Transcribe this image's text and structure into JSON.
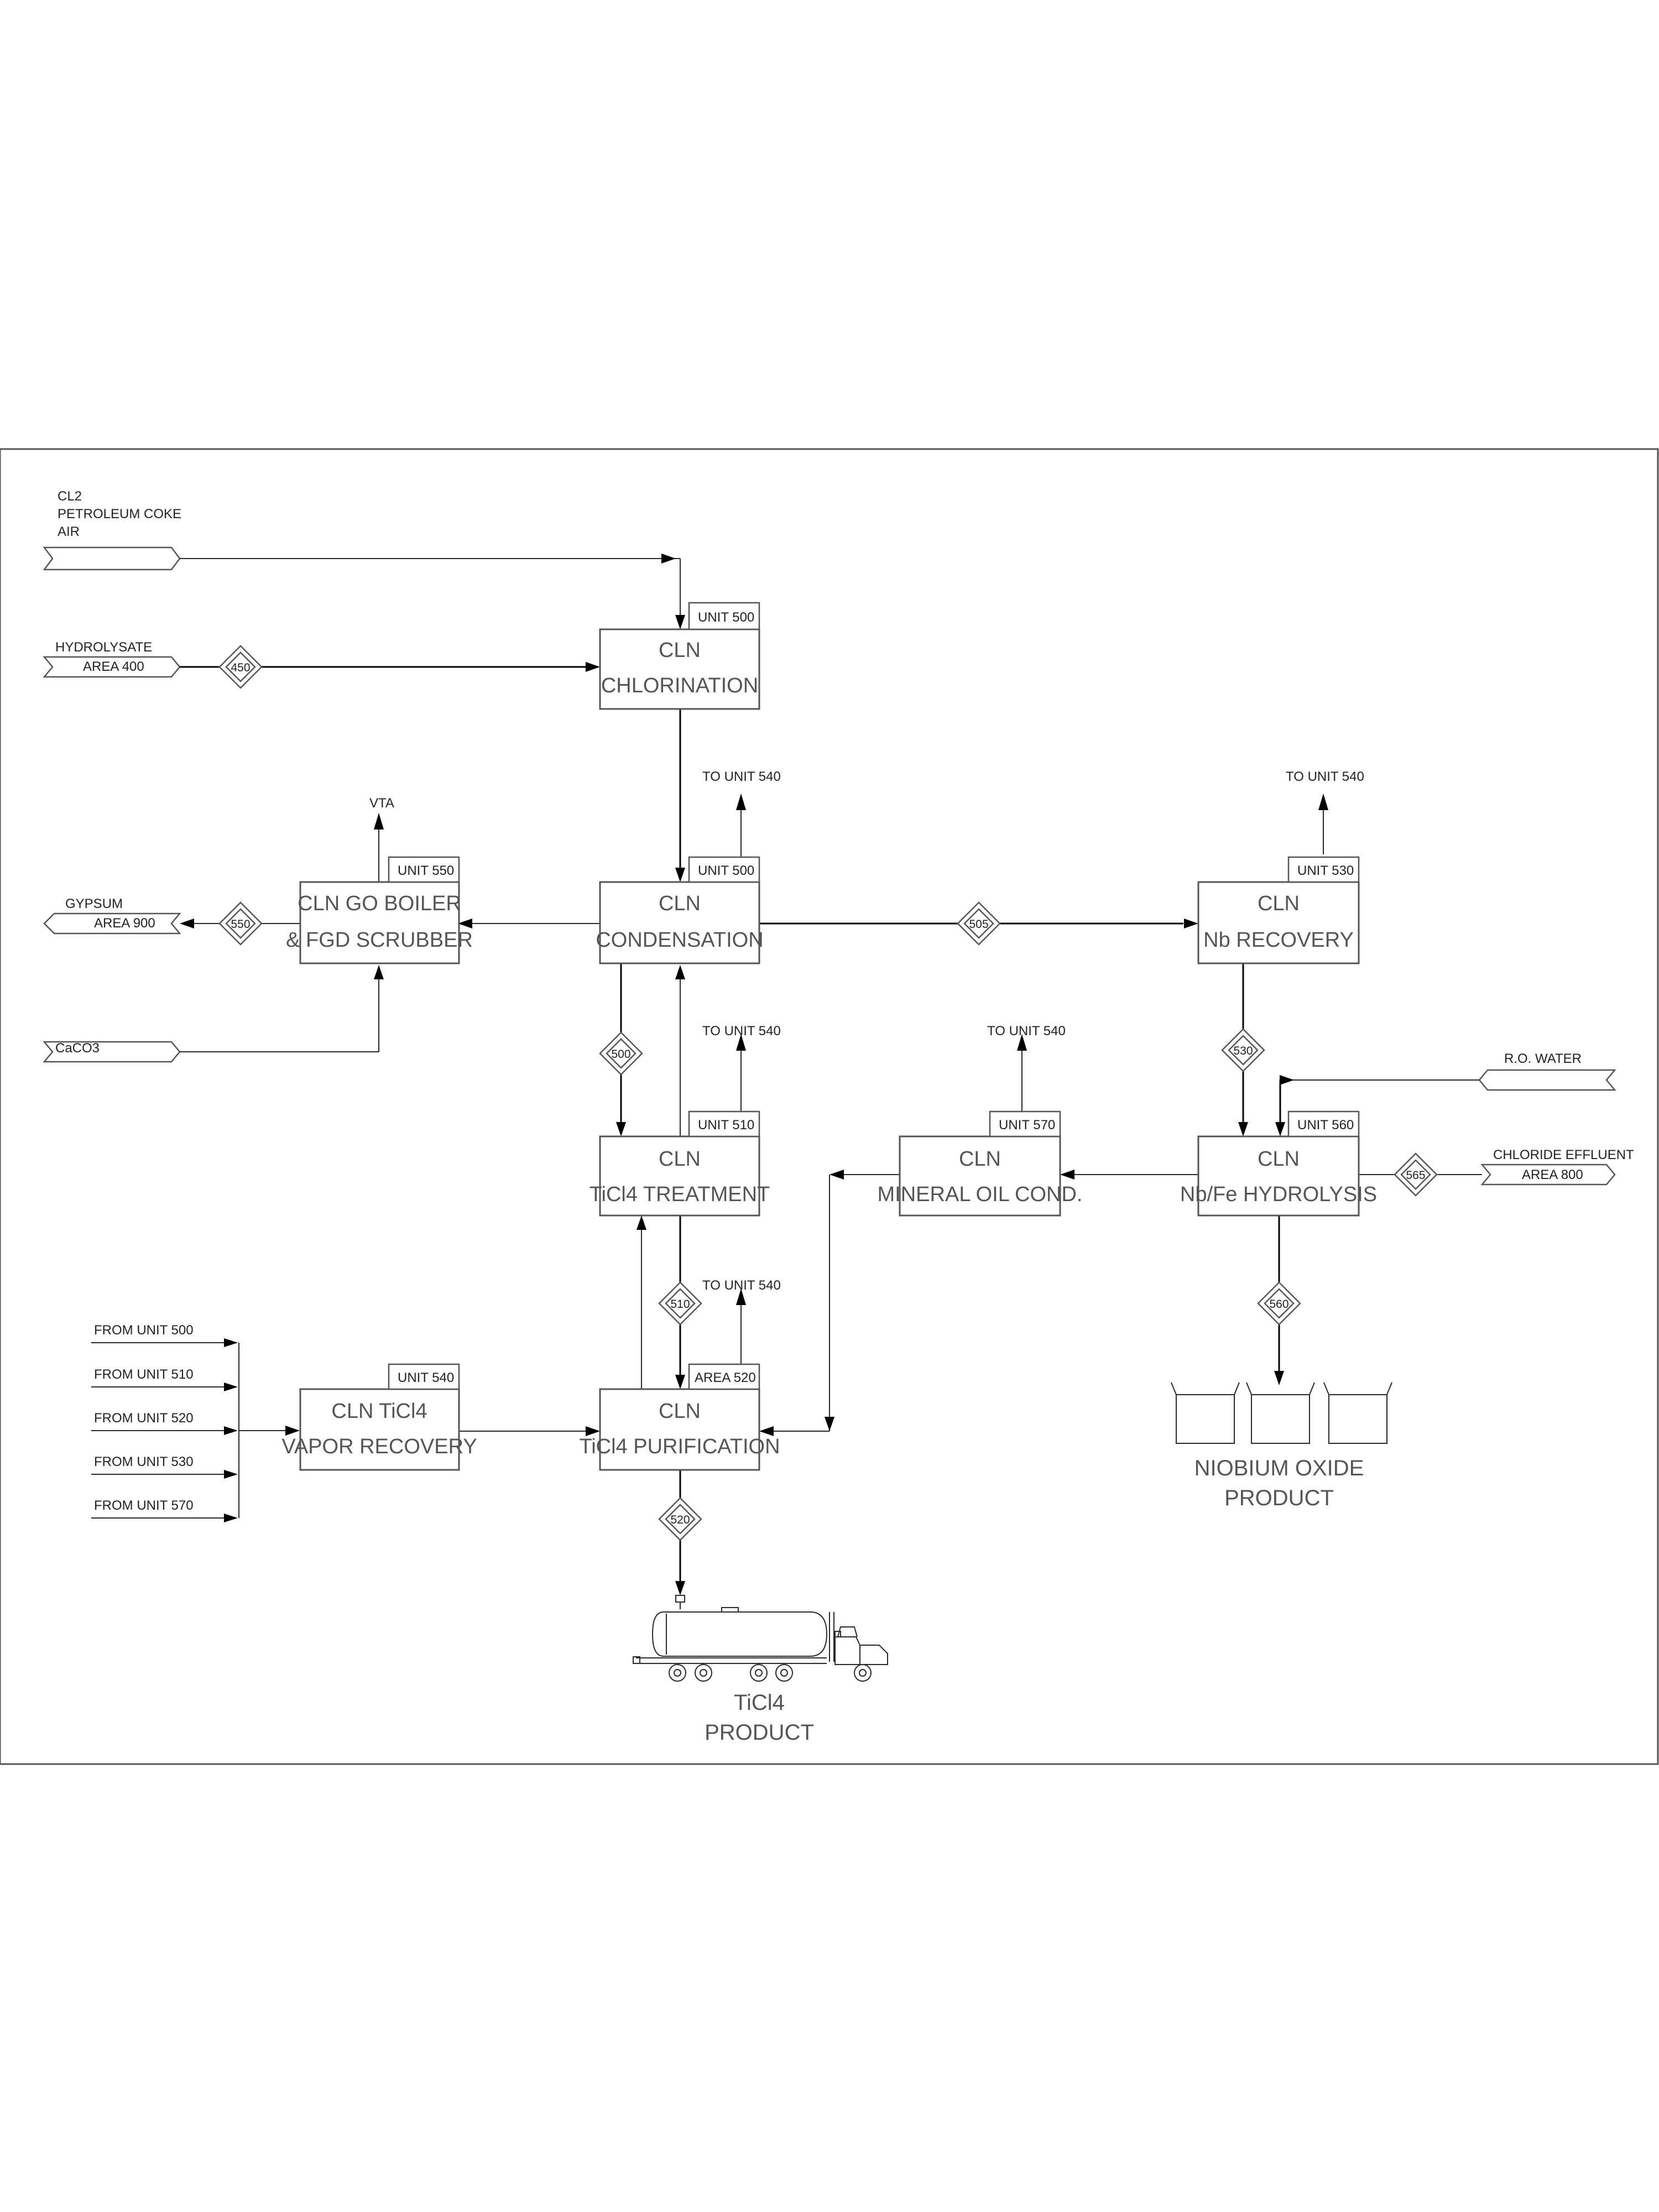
{
  "inputs": {
    "feed_top": [
      "CL2",
      "PETROLEUM COKE",
      "AIR"
    ],
    "hydrolysate": [
      "HYDROLYSATE",
      "AREA 400"
    ],
    "gypsum": [
      "GYPSUM",
      "AREA 900"
    ],
    "caco3": "CaCO3",
    "ro_water": "R.O. WATER",
    "chloride_effluent": [
      "CHLORIDE EFFLUENT",
      "AREA 800"
    ],
    "from_units": [
      "FROM UNIT 500",
      "FROM UNIT 510",
      "FROM UNIT 520",
      "FROM UNIT 530",
      "FROM UNIT 570"
    ]
  },
  "blocks": {
    "chlorination": {
      "tag": "UNIT 500",
      "line1": "CLN",
      "line2": "CHLORINATION"
    },
    "condensation": {
      "tag": "UNIT 500",
      "line1": "CLN",
      "line2": "CONDENSATION"
    },
    "boiler": {
      "tag": "UNIT 550",
      "line1": "CLN GO BOILER",
      "line2": "& FGD SCRUBBER"
    },
    "nb_recovery": {
      "tag": "UNIT 530",
      "line1": "CLN",
      "line2": "Nb RECOVERY"
    },
    "treatment": {
      "tag": "UNIT 510",
      "line1": "CLN",
      "line2": "TiCl4 TREATMENT"
    },
    "mineral_oil": {
      "tag": "UNIT 570",
      "line1": "CLN",
      "line2": "MINERAL OIL COND."
    },
    "hydrolysis": {
      "tag": "UNIT 560",
      "line1": "CLN",
      "line2": "Nb/Fe HYDROLYSIS"
    },
    "vapor_recovery": {
      "tag": "UNIT 540",
      "line1": "CLN TiCl4",
      "line2": "VAPOR RECOVERY"
    },
    "purification": {
      "tag": "AREA 520",
      "line1": "CLN",
      "line2": "TiCl4 PURIFICATION"
    }
  },
  "vents": {
    "vta": "VTA",
    "to_unit_540": "TO UNIT 540"
  },
  "streams": [
    "450",
    "550",
    "505",
    "500",
    "530",
    "565",
    "510",
    "560",
    "520"
  ],
  "products": {
    "ticl4": [
      "TiCl4",
      "PRODUCT"
    ],
    "niobium": [
      "NIOBIUM OXIDE",
      "PRODUCT"
    ]
  }
}
